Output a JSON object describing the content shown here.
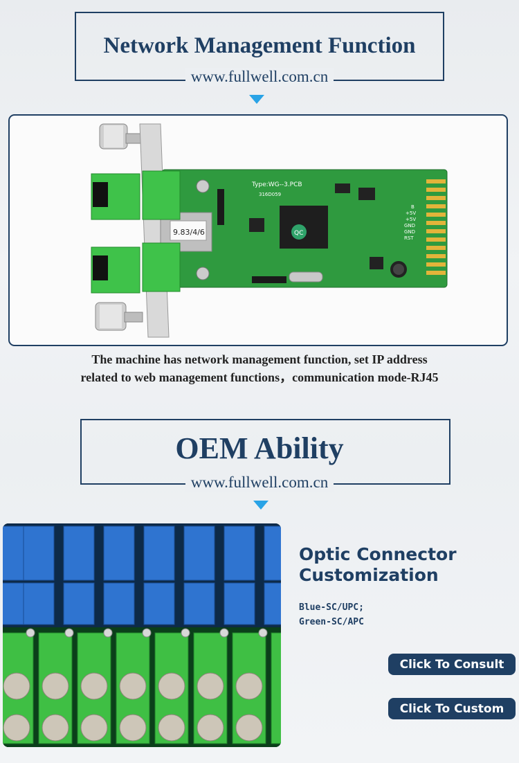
{
  "section1": {
    "title": "Network Management Function",
    "url": "www.fullwell.com.cn",
    "pcb_label": "Type:WG--3.PCB",
    "pcb_code": "316D059",
    "fiber_label": "9.83/4/6",
    "qc_label": "QC",
    "pins": [
      "B",
      "+5V",
      "+5V",
      "GND",
      "GND",
      "RST"
    ],
    "caption_line1": "The machine has network management function, set IP address",
    "caption_line2": "related to web management functions，communication mode-RJ45"
  },
  "section2": {
    "title": "OEM Ability",
    "url": "www.fullwell.com.cn",
    "heading_line1": "Optic Connector",
    "heading_line2": "Customization",
    "note_line1": "Blue-SC/UPC;",
    "note_line2": "Green-SC/APC",
    "consult_button": "Click To Consult",
    "custom_button": "Click To Custom"
  },
  "colors": {
    "navy": "#1f3f63",
    "arrow": "#29a3e6",
    "pcb": "#2f9a3f",
    "sc_green": "#3fc24a",
    "sc_blue": "#2f74d0"
  }
}
